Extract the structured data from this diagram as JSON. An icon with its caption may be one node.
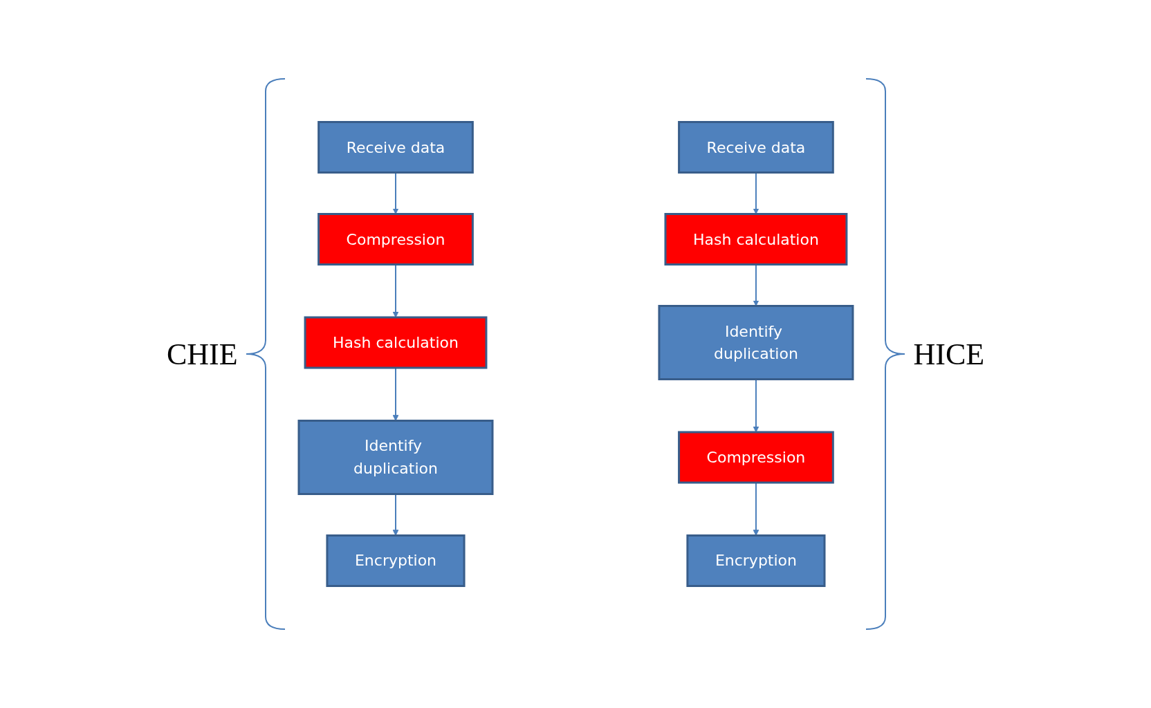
{
  "diagram": {
    "nodes": [
      {
        "text": [
          "Receive data"
        ]
      },
      {
        "text": [
          "Compression"
        ]
      },
      {
        "text": [
          "Hash calculation"
        ]
      },
      {
        "text": [
          "Identify duplication"
        ]
      },
      {
        "text": [
          "Encryption"
        ]
      },
      {
        "text": [
          "Receive data"
        ]
      },
      {
        "text": [
          "Hash calculation"
        ]
      },
      {
        "text": [
          "Identify duplication"
        ]
      },
      {
        "text": [
          "Compression"
        ]
      },
      {
        "text": [
          "Encryption"
        ]
      }
    ],
    "edges": [
      {
        "from": 0,
        "to": 1,
        "arrow": "to"
      },
      {
        "from": 1,
        "to": 2,
        "arrow": "to"
      },
      {
        "from": 2,
        "to": 3,
        "arrow": "to"
      },
      {
        "from": 3,
        "to": 4,
        "arrow": "to"
      },
      {
        "from": 5,
        "to": 6,
        "arrow": "to"
      },
      {
        "from": 6,
        "to": 7,
        "arrow": "to"
      },
      {
        "from": 7,
        "to": 8,
        "arrow": "to"
      },
      {
        "from": 8,
        "to": 9,
        "arrow": "to"
      }
    ],
    "labels": [
      "CHIE",
      "HICE"
    ]
  }
}
